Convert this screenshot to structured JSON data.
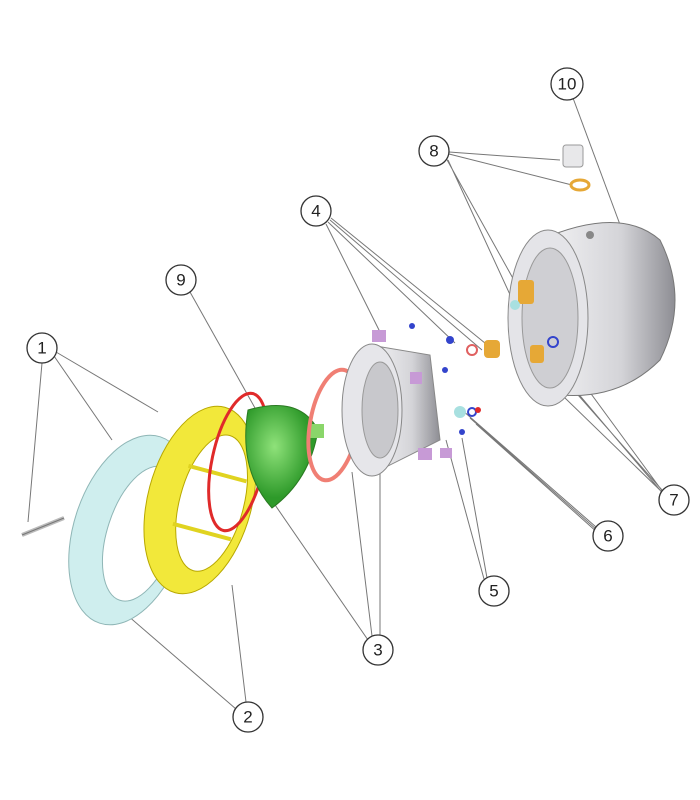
{
  "diagram": {
    "callouts": [
      {
        "id": "1",
        "label": "1"
      },
      {
        "id": "2",
        "label": "2"
      },
      {
        "id": "3",
        "label": "3"
      },
      {
        "id": "4",
        "label": "4"
      },
      {
        "id": "5",
        "label": "5"
      },
      {
        "id": "6",
        "label": "6"
      },
      {
        "id": "7",
        "label": "7"
      },
      {
        "id": "8",
        "label": "8"
      },
      {
        "id": "9",
        "label": "9"
      },
      {
        "id": "10",
        "label": "10"
      }
    ],
    "colors": {
      "trim_ring": "#cfeeee",
      "yellow_ring": "#f2e83a",
      "red_oring": "#e02a2a",
      "lamp": "#4cbb3a",
      "salmon_oring": "#f07f74",
      "housing": "#d7d7da",
      "niche": "#cfcfd3",
      "clip": "#c79ad6",
      "brass": "#e6a836"
    }
  }
}
